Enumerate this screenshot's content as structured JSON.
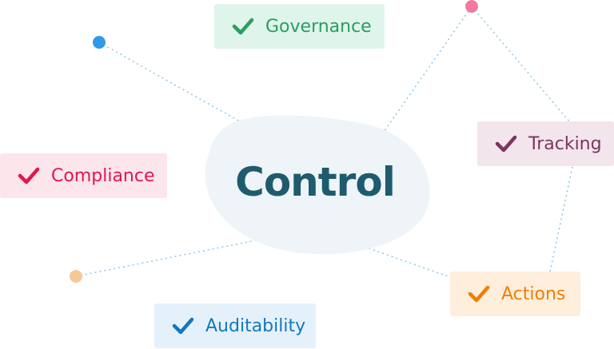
{
  "center": {
    "label": "Control",
    "color": "#1f5b6e",
    "blob_color": "#eef4f7"
  },
  "connector": {
    "color": "#8ec5e6",
    "style": "dotted"
  },
  "tags": {
    "governance": {
      "label": "Governance",
      "icon": "check-icon",
      "color": "#2a9d62",
      "bg": "#dff4ea"
    },
    "compliance": {
      "label": "Compliance",
      "icon": "check-icon",
      "color": "#e0174e",
      "bg": "#fde5ec"
    },
    "tracking": {
      "label": "Tracking",
      "icon": "check-icon",
      "color": "#7b3560",
      "bg": "#f3e5ec"
    },
    "actions": {
      "label": "Actions",
      "icon": "check-icon",
      "color": "#f07e06",
      "bg": "#feeedb"
    },
    "auditability": {
      "label": "Auditability",
      "icon": "check-icon",
      "color": "#1378be",
      "bg": "#e5f1fa"
    }
  },
  "nodes": {
    "blue": {
      "color": "#2f9be8"
    },
    "pink": {
      "color": "#f27aa0"
    },
    "orange": {
      "color": "#f6c896"
    }
  }
}
